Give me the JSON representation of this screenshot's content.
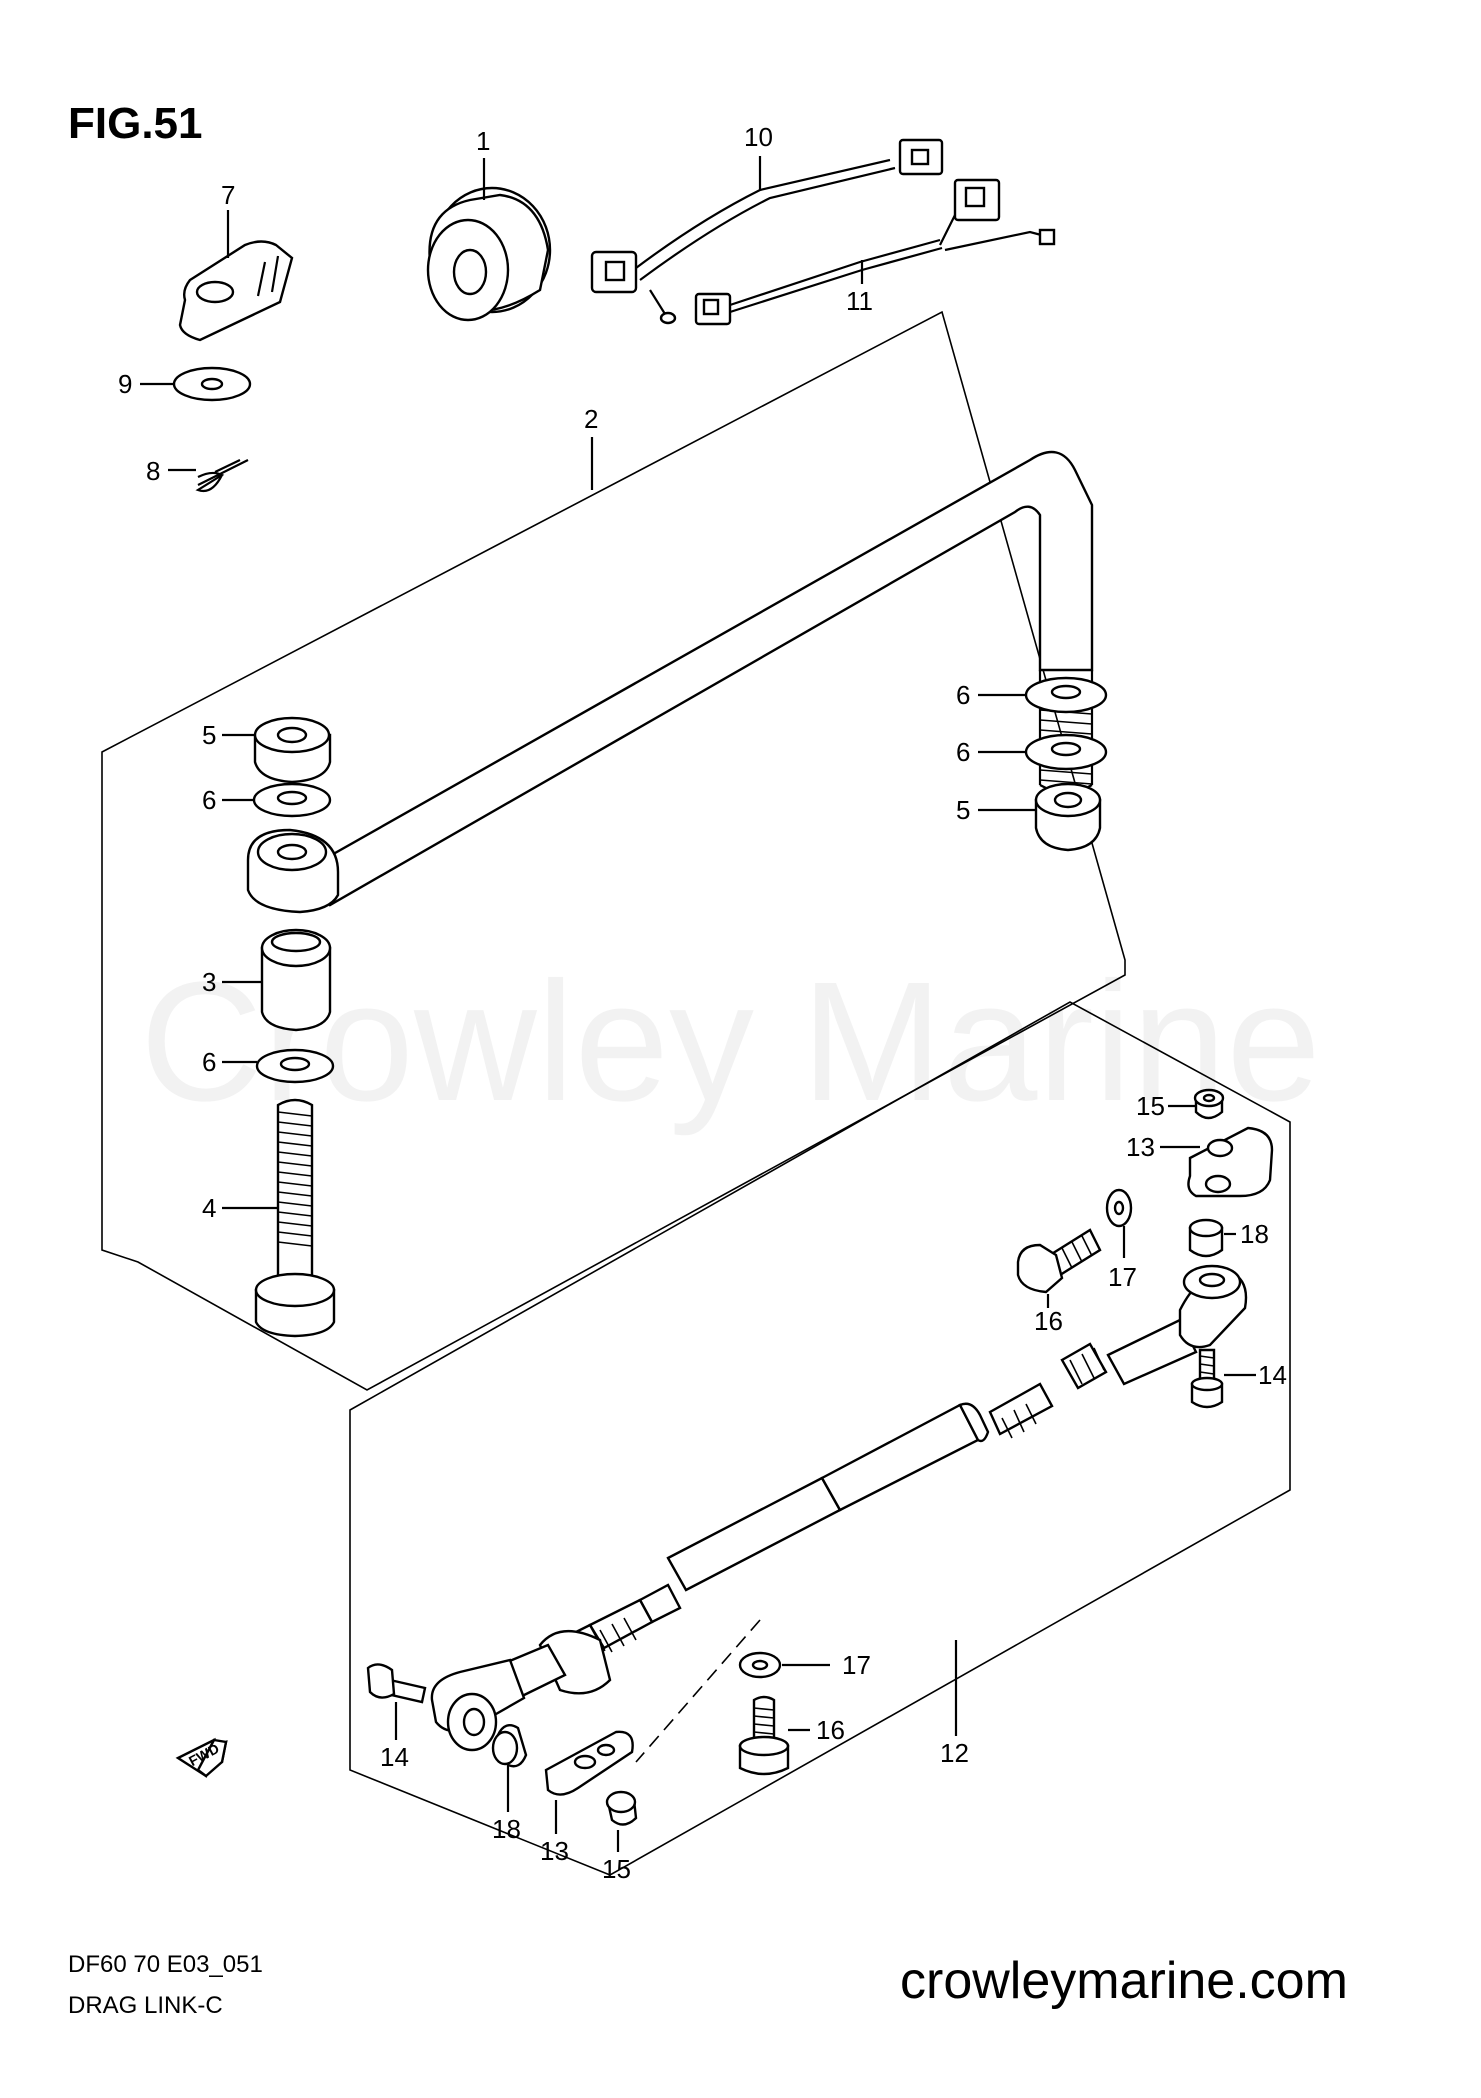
{
  "figure": {
    "title": "FIG.51"
  },
  "watermark": "Crowley Marine",
  "footer": {
    "code": "DF60 70 E03_051",
    "name": "DRAG LINK-C",
    "website": "crowleymarine.com"
  },
  "fwd_arrow": {
    "label": "FWD",
    "icon": "forward-arrow-icon"
  },
  "callouts": [
    {
      "key": "c1",
      "num": "1"
    },
    {
      "key": "c7",
      "num": "7"
    },
    {
      "key": "c10",
      "num": "10"
    },
    {
      "key": "c11",
      "num": "11"
    },
    {
      "key": "c9",
      "num": "9"
    },
    {
      "key": "c8",
      "num": "8"
    },
    {
      "key": "c2",
      "num": "2"
    },
    {
      "key": "c6a",
      "num": "6"
    },
    {
      "key": "c6b",
      "num": "6"
    },
    {
      "key": "c5a",
      "num": "5"
    },
    {
      "key": "c5b",
      "num": "5"
    },
    {
      "key": "c6c",
      "num": "6"
    },
    {
      "key": "c3",
      "num": "3"
    },
    {
      "key": "c6d",
      "num": "6"
    },
    {
      "key": "c4",
      "num": "4"
    },
    {
      "key": "c15a",
      "num": "15"
    },
    {
      "key": "c13a",
      "num": "13"
    },
    {
      "key": "c18a",
      "num": "18"
    },
    {
      "key": "c17a",
      "num": "17"
    },
    {
      "key": "c16a",
      "num": "16"
    },
    {
      "key": "c14a",
      "num": "14"
    },
    {
      "key": "c17b",
      "num": "17"
    },
    {
      "key": "c16b",
      "num": "16"
    },
    {
      "key": "c12",
      "num": "12"
    },
    {
      "key": "c14b",
      "num": "14"
    },
    {
      "key": "c18b",
      "num": "18"
    },
    {
      "key": "c13b",
      "num": "13"
    },
    {
      "key": "c15b",
      "num": "15"
    }
  ]
}
